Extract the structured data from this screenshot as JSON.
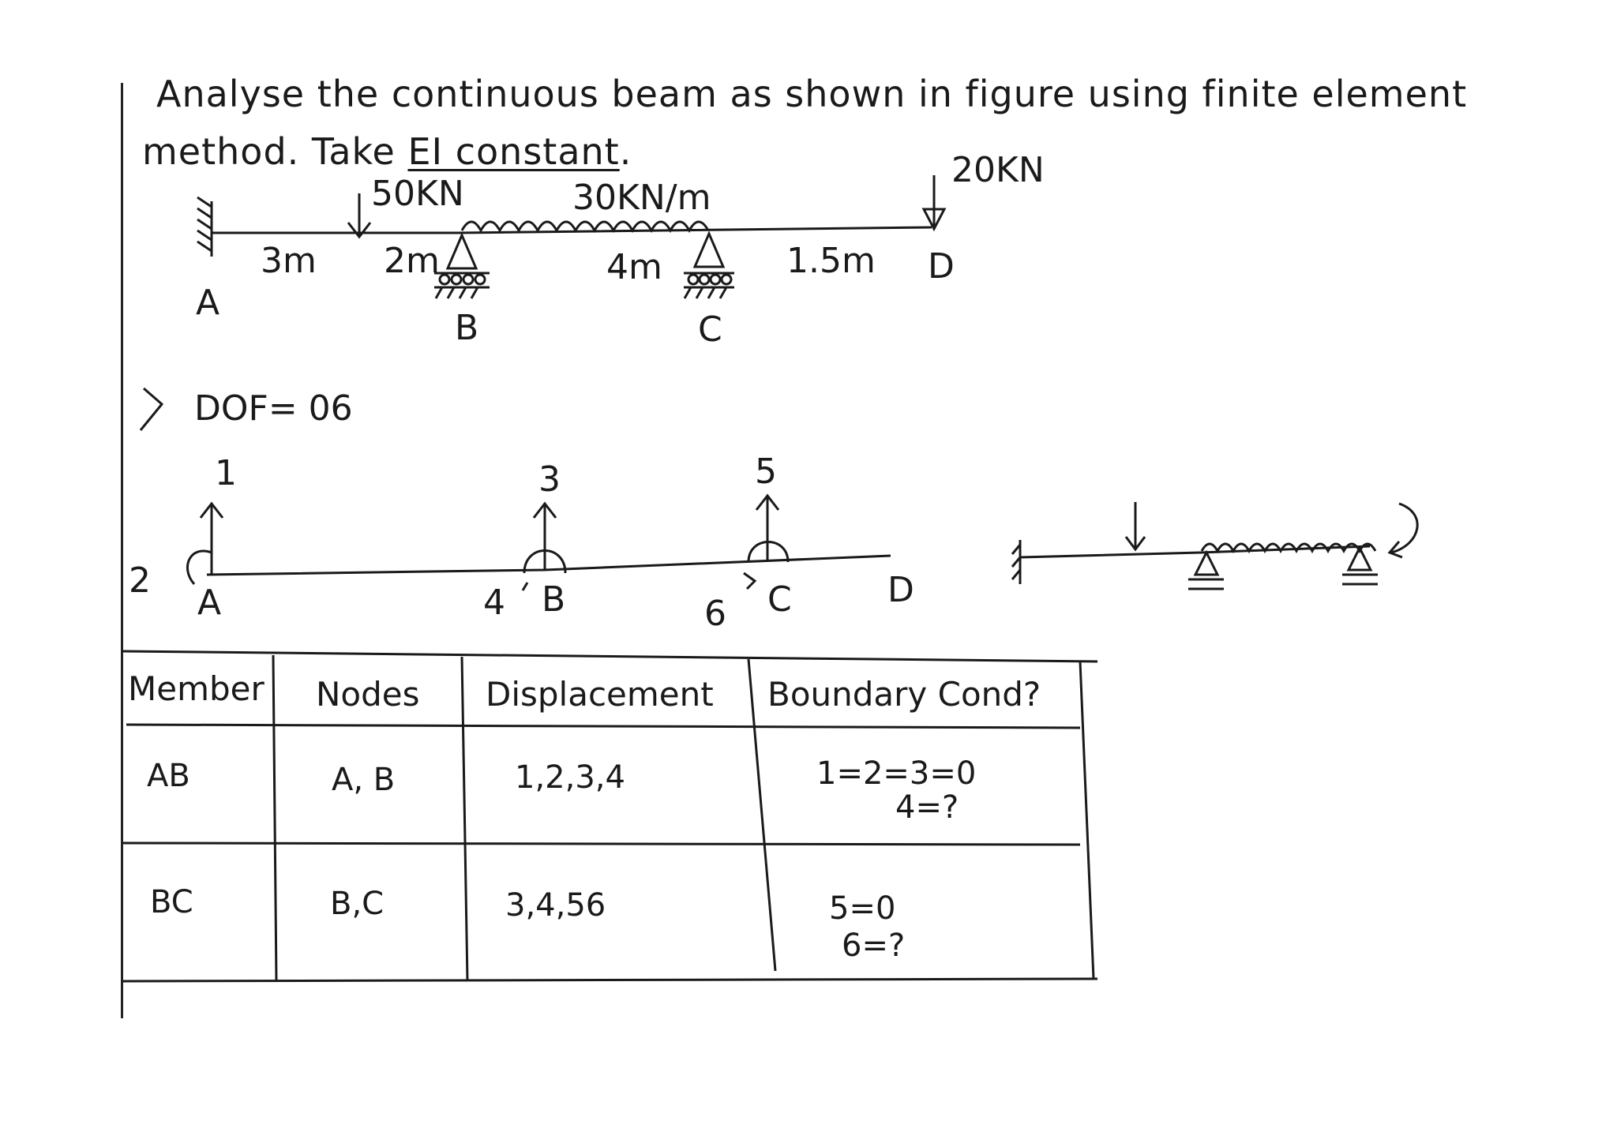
{
  "problem": {
    "line1": "Analyse the continuous beam as shown in figure using finite element",
    "line2_prefix": "method. Take ",
    "line2_underlined": "EI constant",
    "line2_suffix": "."
  },
  "beam_diagram": {
    "loads": {
      "point_load_b": "50KN",
      "udl": "30KN/m",
      "point_load_d": "20KN"
    },
    "spans": {
      "ab_left": "3m",
      "ab_right": "2m",
      "bc": "4m",
      "cd": "1.5m"
    },
    "nodes": {
      "a": "A",
      "b": "B",
      "c": "C",
      "d": "D"
    }
  },
  "dof": {
    "text": "DOF= 06",
    "numbers": {
      "n1": "1",
      "n2": "2",
      "n3": "3",
      "n4": "4",
      "n5": "5",
      "n6": "6"
    },
    "nodes": {
      "a": "A",
      "b": "B",
      "c": "C",
      "d": "D"
    }
  },
  "table": {
    "headers": {
      "member": "Member",
      "nodes": "Nodes",
      "displacement": "Displacement",
      "boundary": "Boundary Cond?"
    },
    "rows": [
      {
        "member": "AB",
        "nodes": "A, B",
        "displacement": "1,2,3,4",
        "boundary_line1": "1=2=3=0",
        "boundary_line2": "4=?"
      },
      {
        "member": "BC",
        "nodes": "B,C",
        "displacement": "3,4,56",
        "boundary_line1": "5=0",
        "boundary_line2": "6=?"
      }
    ]
  }
}
